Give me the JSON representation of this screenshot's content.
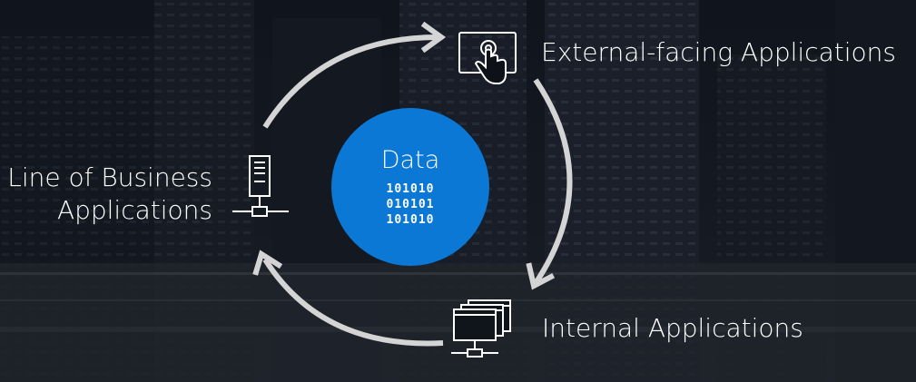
{
  "center": {
    "title": "Data",
    "binary_lines": [
      "101010",
      "010101",
      "101010"
    ]
  },
  "nodes": {
    "external": {
      "label": "External-facing Applications",
      "icon": "touch-screen-icon"
    },
    "internal": {
      "label": "Internal Applications",
      "icon": "networked-windows-icon"
    },
    "lob": {
      "label_lines": [
        "Line of Business",
        "Applications"
      ],
      "icon": "networked-server-icon"
    }
  },
  "colors": {
    "accent": "#0a78d4",
    "arrow": "#d4d4d4",
    "text": "#ffffff",
    "background": "#0b0e14"
  }
}
